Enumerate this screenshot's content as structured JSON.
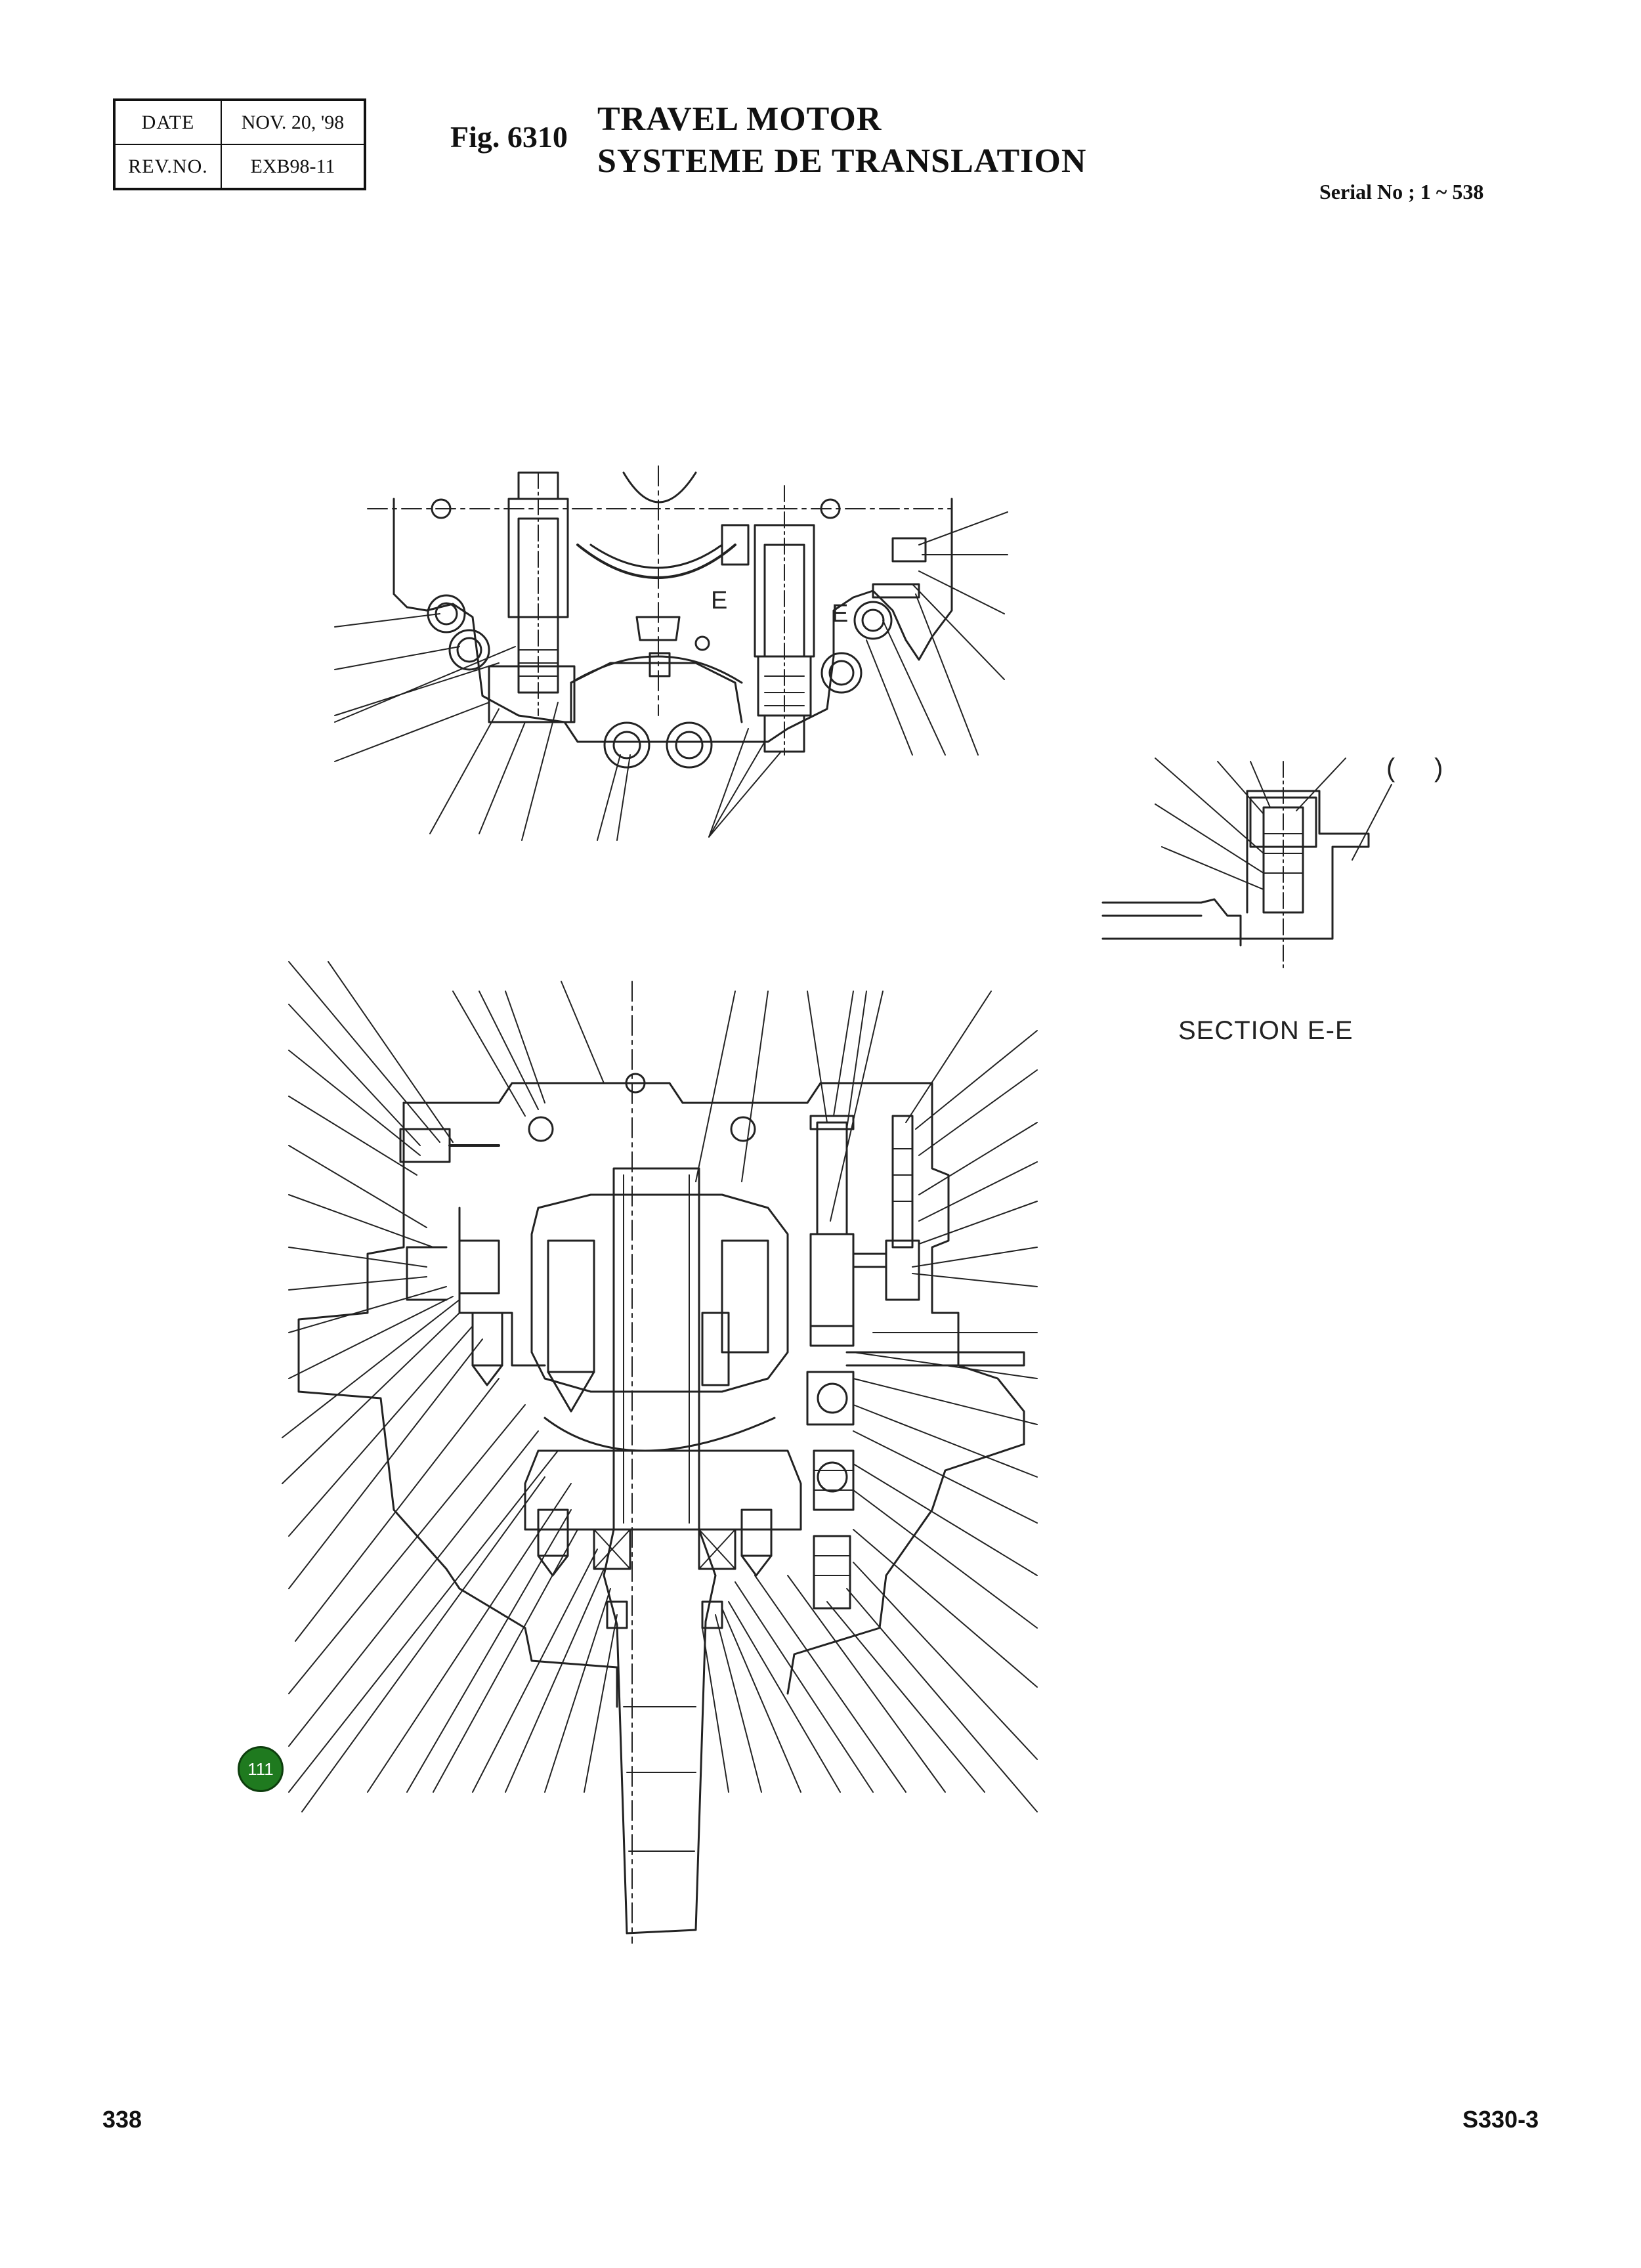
{
  "header": {
    "table": {
      "date_label": "DATE",
      "date_value": "NOV. 20, '98",
      "rev_label": "REV.NO.",
      "rev_value": "EXB98-11"
    },
    "fig_number": "Fig. 6310",
    "title_en": "TRAVEL MOTOR",
    "title_fr": "SYSTEME DE TRANSLATION",
    "serial": "Serial No ; 1 ~ 538"
  },
  "drawing": {
    "view_marks": [
      "E",
      "E"
    ],
    "section_label": "SECTION  E-E",
    "paren_open": "(",
    "paren_close": ")",
    "callout": {
      "number": "111",
      "color": "#1f7a1f"
    }
  },
  "footer": {
    "page_number": "338",
    "model_code": "S330-3"
  }
}
